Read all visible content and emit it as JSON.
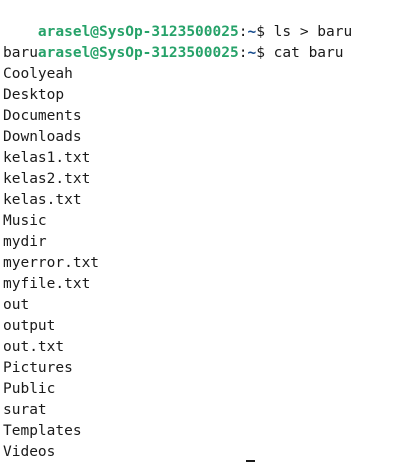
{
  "terminal": {
    "prompt": {
      "user_host": "arasel@SysOp-3123500025",
      "separator": ":",
      "path": "~",
      "symbol": "$ "
    },
    "commands": [
      {
        "text": "ls > baru"
      },
      {
        "text": "cat baru"
      }
    ],
    "output": [
      "baru",
      "Coolyeah",
      "Desktop",
      "Documents",
      "Downloads",
      "kelas1.txt",
      "kelas2.txt",
      "kelas.txt",
      "Music",
      "mydir",
      "myerror.txt",
      "myfile.txt",
      "out",
      "output",
      "out.txt",
      "Pictures",
      "Public",
      "surat",
      "Templates",
      "Videos"
    ],
    "colors": {
      "background": "#ffffff",
      "user_host": "#26a269",
      "path": "#12488b",
      "text": "#1a1a1a"
    }
  }
}
